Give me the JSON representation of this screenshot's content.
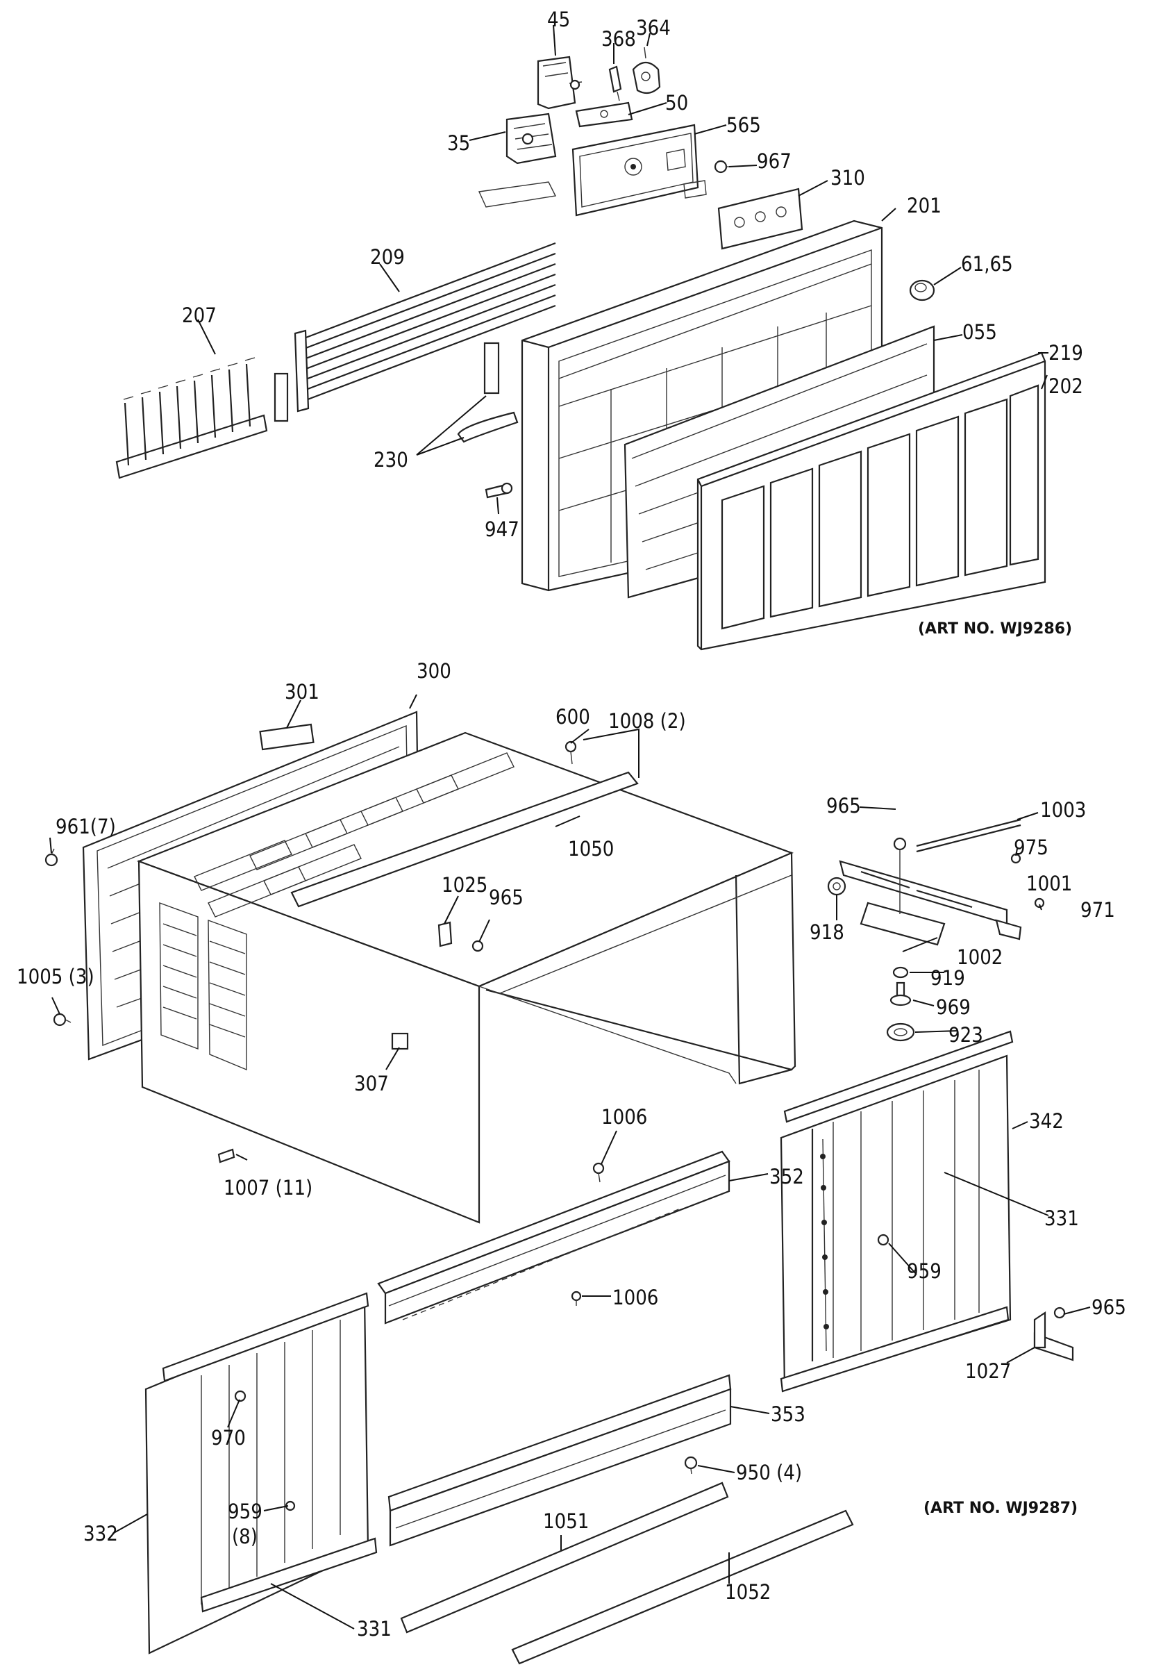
{
  "art_numbers": {
    "upper": "(ART NO. WJ9286)",
    "lower": "(ART NO. WJ9287)"
  },
  "callouts": {
    "upper": [
      "45",
      "368",
      "364",
      "50",
      "35",
      "565",
      "967",
      "310",
      "201",
      "61,65",
      "209",
      "207",
      "055",
      "219",
      "202",
      "230",
      "947"
    ],
    "lower": [
      "301",
      "300",
      "600",
      "1008 (2)",
      "961(7)",
      "1050",
      "965",
      "1003",
      "975",
      "1001",
      "971",
      "918",
      "1002",
      "919",
      "969",
      "923",
      "1025",
      "965",
      "1005 (3)",
      "307",
      "1006",
      "342",
      "352",
      "331",
      "1007 (11)",
      "959",
      "1006",
      "965",
      "1027",
      "353",
      "970",
      "950 (4)",
      "959",
      "(8)",
      "332",
      "1051",
      "331",
      "1052"
    ]
  }
}
